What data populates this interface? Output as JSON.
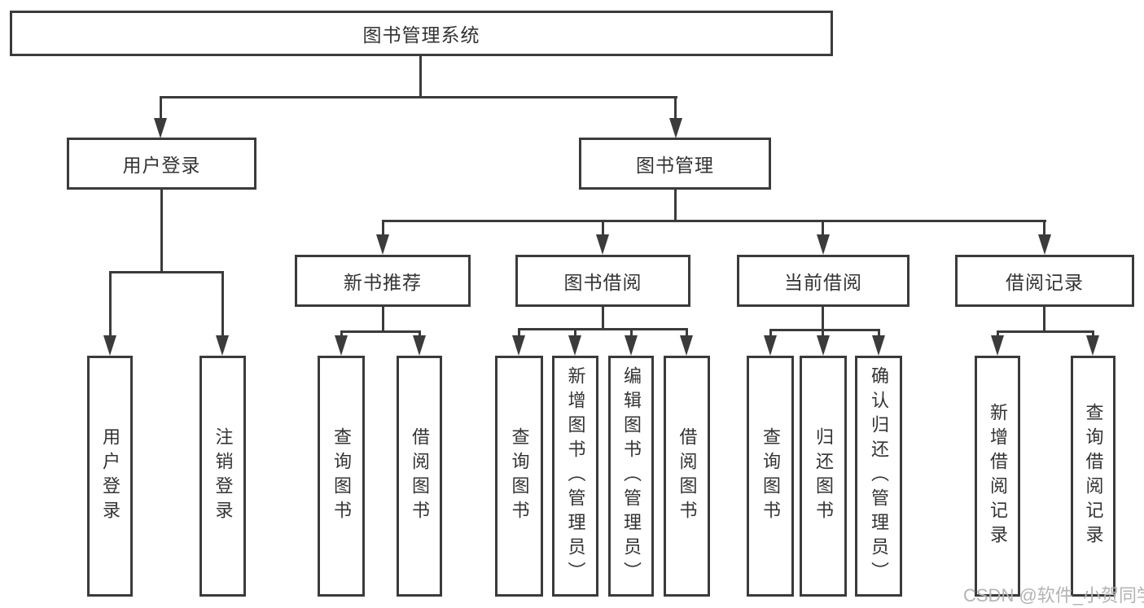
{
  "colors": {
    "line": "#3b3b3b",
    "text": "#333333",
    "watermark": "#b3b3b3",
    "background": "#ffffff"
  },
  "watermark": "CSDN @软件_小贺同学",
  "tree": {
    "label": "图书管理系统",
    "children": [
      {
        "label": "用户登录",
        "children": [
          {
            "label": "用户登录"
          },
          {
            "label": "注销登录"
          }
        ]
      },
      {
        "label": "图书管理",
        "children": [
          {
            "label": "新书推荐",
            "children": [
              {
                "label": "查询图书"
              },
              {
                "label": "借阅图书"
              }
            ]
          },
          {
            "label": "图书借阅",
            "children": [
              {
                "label": "查询图书"
              },
              {
                "label": "新增图书（管理员）"
              },
              {
                "label": "编辑图书（管理员）"
              },
              {
                "label": "借阅图书"
              }
            ]
          },
          {
            "label": "当前借阅",
            "children": [
              {
                "label": "查询图书"
              },
              {
                "label": "归还图书"
              },
              {
                "label": "确认归还（管理员）"
              }
            ]
          },
          {
            "label": "借阅记录",
            "children": [
              {
                "label": "新增借阅记录"
              },
              {
                "label": "查询借阅记录"
              }
            ]
          }
        ]
      }
    ]
  }
}
